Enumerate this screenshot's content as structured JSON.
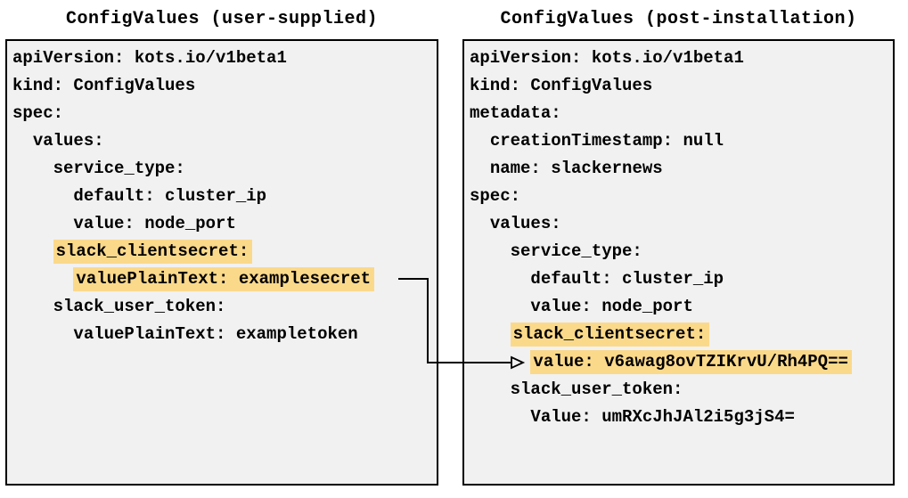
{
  "colors": {
    "highlight": "#fbd98b",
    "panel_background": "#f1f1f1",
    "border": "#000000",
    "text": "#000000"
  },
  "left_panel": {
    "title": "ConfigValues (user-supplied)",
    "lines": [
      {
        "indent": "",
        "text": "apiVersion: kots.io/v1beta1",
        "highlight": false
      },
      {
        "indent": "",
        "text": "kind: ConfigValues",
        "highlight": false
      },
      {
        "indent": "",
        "text": "spec:",
        "highlight": false
      },
      {
        "indent": "  ",
        "text": "values:",
        "highlight": false
      },
      {
        "indent": "    ",
        "text": "service_type:",
        "highlight": false
      },
      {
        "indent": "      ",
        "text": "default: cluster_ip",
        "highlight": false
      },
      {
        "indent": "      ",
        "text": "value: node_port",
        "highlight": false
      },
      {
        "indent": "    ",
        "text": "slack_clientsecret:",
        "highlight": true
      },
      {
        "indent": "      ",
        "text": "valuePlainText: examplesecret",
        "highlight": true
      },
      {
        "indent": "    ",
        "text": "slack_user_token:",
        "highlight": false
      },
      {
        "indent": "      ",
        "text": "valuePlainText: exampletoken",
        "highlight": false
      }
    ]
  },
  "right_panel": {
    "title": "ConfigValues (post-installation)",
    "lines": [
      {
        "indent": "",
        "text": "apiVersion: kots.io/v1beta1",
        "highlight": false
      },
      {
        "indent": "",
        "text": "kind: ConfigValues",
        "highlight": false
      },
      {
        "indent": "",
        "text": "metadata:",
        "highlight": false
      },
      {
        "indent": "  ",
        "text": "creationTimestamp: null",
        "highlight": false
      },
      {
        "indent": "  ",
        "text": "name: slackernews",
        "highlight": false
      },
      {
        "indent": "",
        "text": "spec:",
        "highlight": false
      },
      {
        "indent": "  ",
        "text": "values:",
        "highlight": false
      },
      {
        "indent": "    ",
        "text": "service_type:",
        "highlight": false
      },
      {
        "indent": "      ",
        "text": "default: cluster_ip",
        "highlight": false
      },
      {
        "indent": "      ",
        "text": "value: node_port",
        "highlight": false
      },
      {
        "indent": "    ",
        "text": "slack_clientsecret:",
        "highlight": true
      },
      {
        "indent": "      ",
        "text": "value: v6awag8ovTZIKrvU/Rh4PQ==",
        "highlight": true
      },
      {
        "indent": "    ",
        "text": "slack_user_token:",
        "highlight": false
      },
      {
        "indent": "      ",
        "text": "Value: umRXcJhJAl2i5g3jS4=",
        "highlight": false
      }
    ]
  },
  "arrow": {
    "from": "valuePlainText: examplesecret",
    "to": "value: v6awag8ovTZIKrvU/Rh4PQ=="
  }
}
